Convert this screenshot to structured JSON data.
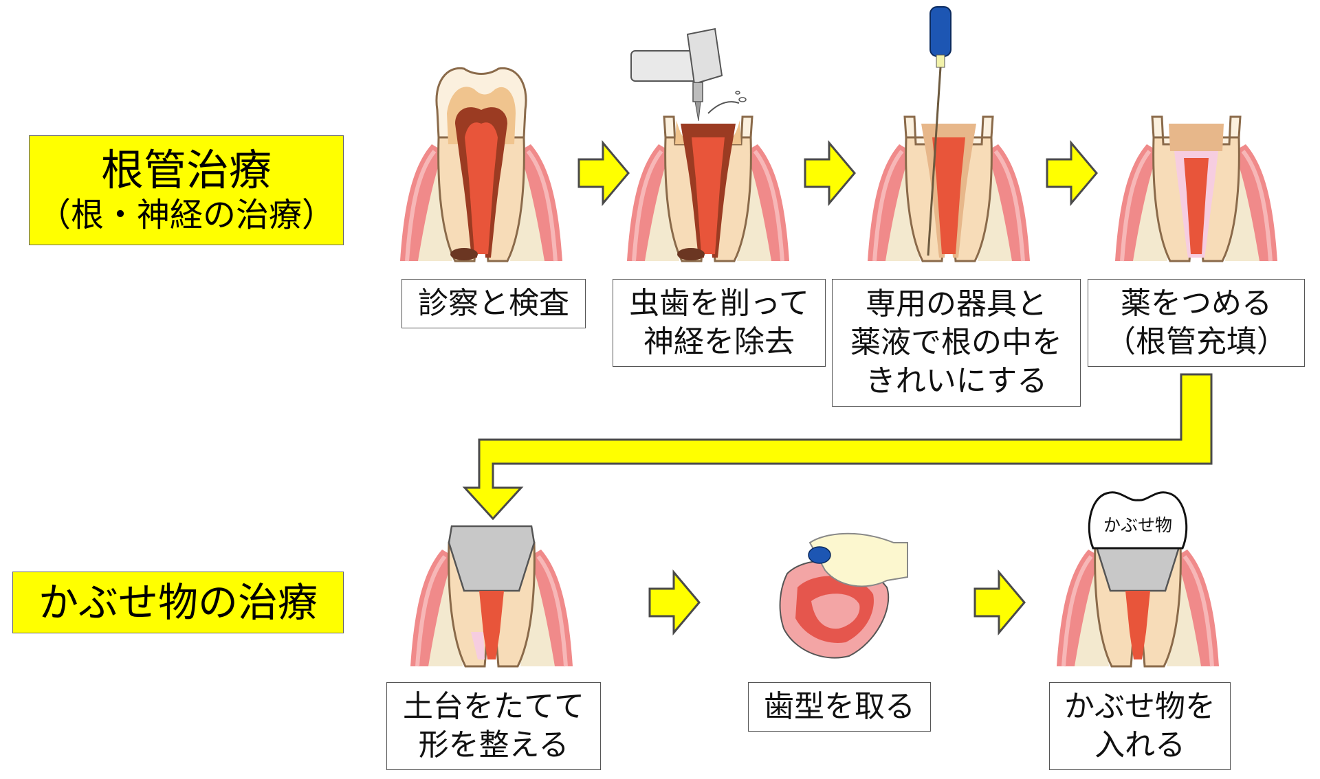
{
  "sections": {
    "root_canal": {
      "title": "根管治療",
      "subtitle": "（根・神経の治療）"
    },
    "crown": {
      "title": "かぶせ物の治療"
    }
  },
  "root_canal_steps": [
    {
      "lines": [
        "診察と検査"
      ]
    },
    {
      "lines": [
        "虫歯を削って",
        "神経を除去"
      ]
    },
    {
      "lines": [
        "専用の器具と",
        "薬液で根の中を",
        "きれいにする"
      ]
    },
    {
      "lines": [
        "薬をつめる",
        "（根管充填）"
      ]
    }
  ],
  "crown_steps": [
    {
      "lines": [
        "土台をたてて",
        "形を整える"
      ]
    },
    {
      "lines": [
        "歯型を取る"
      ]
    },
    {
      "lines": [
        "かぶせ物を",
        "入れる"
      ]
    }
  ],
  "crown_piece_label": "かぶせ物",
  "colors": {
    "label_bg": "#ffff00",
    "arrow_fill": "#ffff00",
    "arrow_stroke": "#4a4a4a",
    "gum": "#f08a8a",
    "bone": "#f3e9cf",
    "pulp": "#e8553a",
    "decay": "#8c3b24",
    "post": "#c8c8c8",
    "filling": "#f6cde0",
    "tool_blue": "#1d56b3"
  },
  "icons": [
    "tooth-icon",
    "drill-icon",
    "root-canal-file-icon",
    "impression-tray-icon",
    "gloved-hand-icon",
    "arrow-right-icon",
    "arrow-down-icon"
  ]
}
